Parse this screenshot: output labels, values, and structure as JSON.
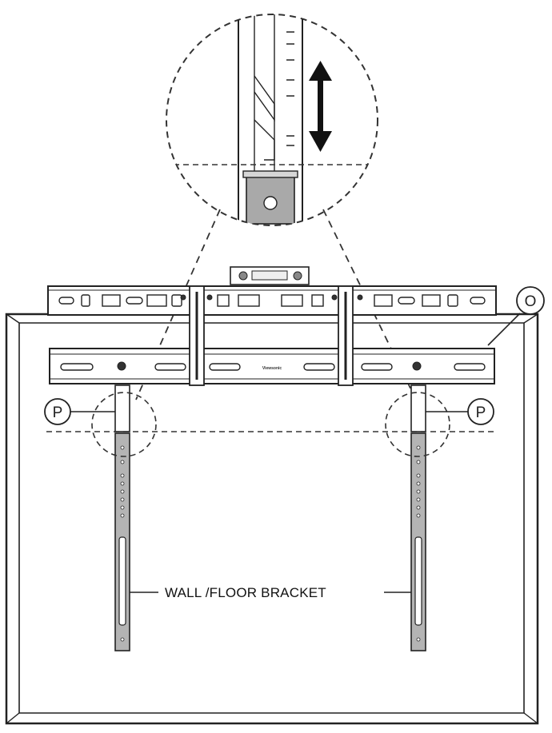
{
  "diagram": {
    "callouts": {
      "o_label": "O",
      "p_left_label": "P",
      "p_right_label": "P"
    },
    "bracket_label": "WALL /FLOOR BRACKET",
    "rail_brand_text": "Viewsonic"
  }
}
